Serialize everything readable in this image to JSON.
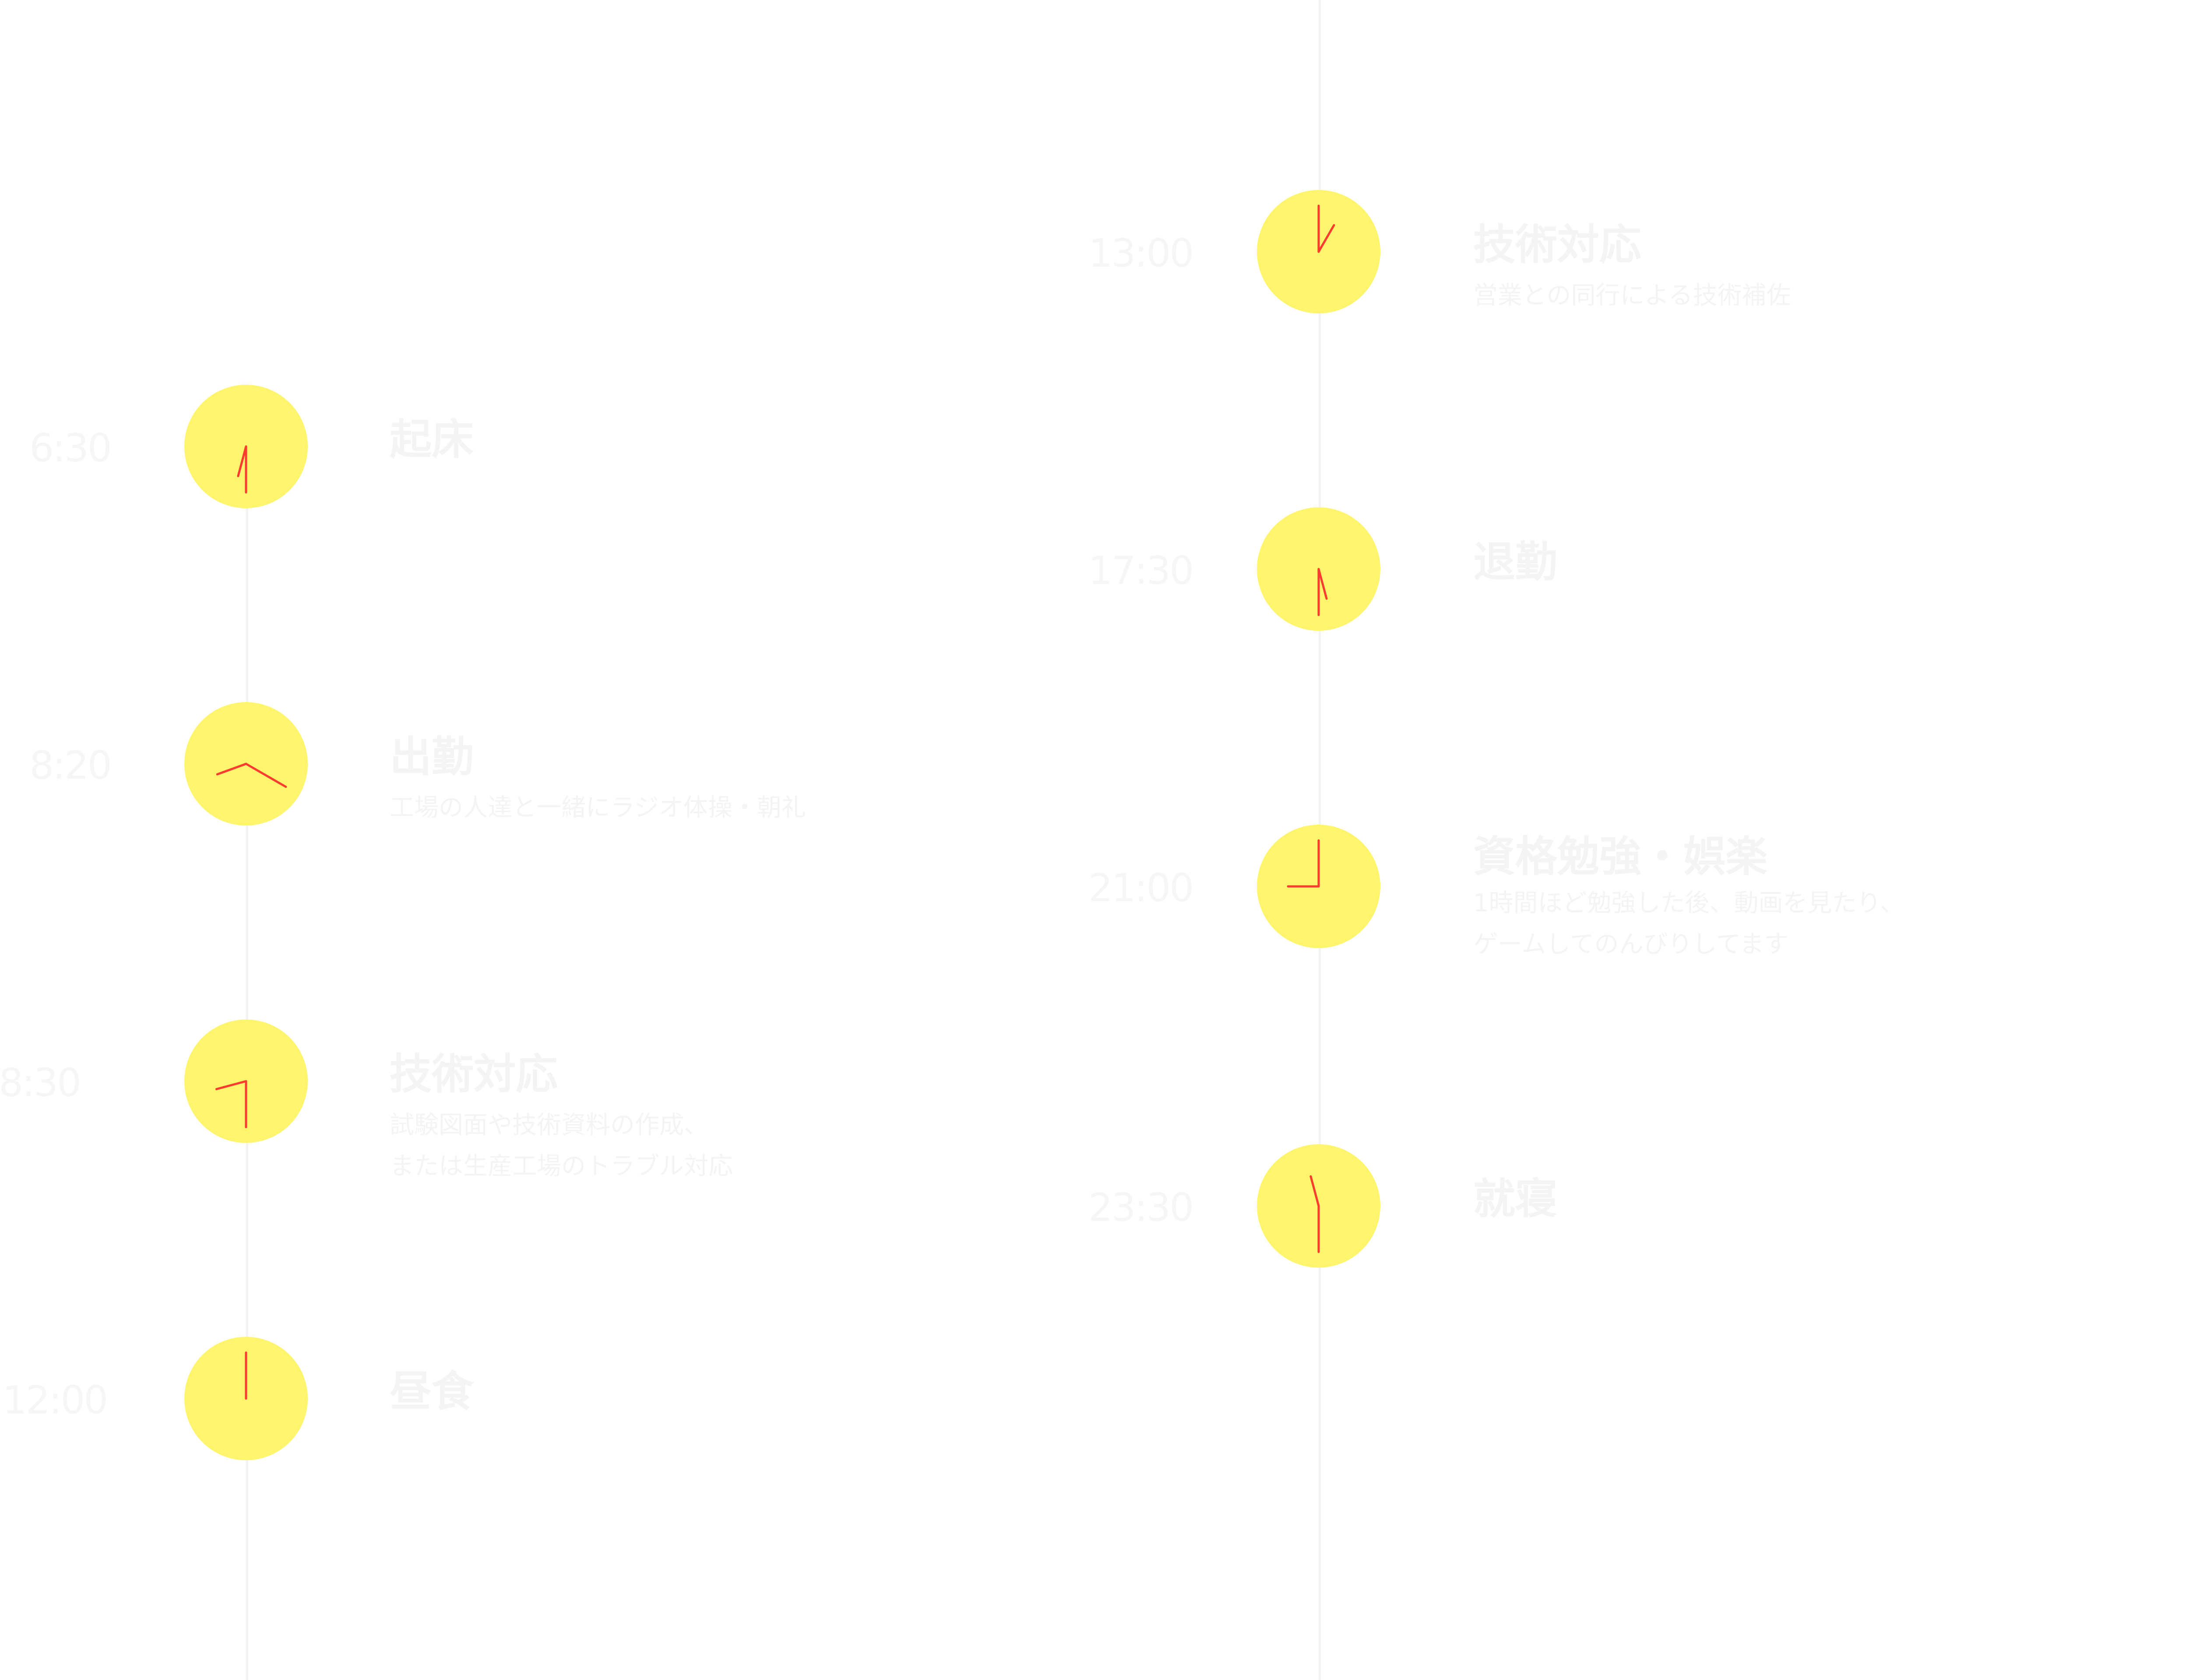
{
  "title": "一日の流れ",
  "colors": {
    "clock_face": "#fff56d",
    "clock_hands": "#ff3b30",
    "text": "#ffffff",
    "timeline": "#f3f3f3"
  },
  "events": [
    {
      "time": "6:30",
      "clock": {
        "hour": 6,
        "minute": 30
      },
      "title": "起床",
      "desc": []
    },
    {
      "time": "8:20",
      "clock": {
        "hour": 8,
        "minute": 20
      },
      "title": "出勤",
      "desc": [
        "工場の人達と一緒にラジオ体操・朝礼"
      ]
    },
    {
      "time": "8:30",
      "clock": {
        "hour": 8,
        "minute": 30
      },
      "title": "技術対応",
      "desc": [
        "試験図面や技術資料の作成、",
        "または生産工場のトラブル対応"
      ]
    },
    {
      "time": "12:00",
      "clock": {
        "hour": 12,
        "minute": 0
      },
      "title": "昼食",
      "desc": []
    },
    {
      "time": "13:00",
      "clock": {
        "hour": 13,
        "minute": 0
      },
      "title": "技術対応",
      "desc": [
        "営業との同行による技術補佐"
      ]
    },
    {
      "time": "17:30",
      "clock": {
        "hour": 17,
        "minute": 30
      },
      "title": "退勤",
      "desc": []
    },
    {
      "time": "21:00",
      "clock": {
        "hour": 21,
        "minute": 0
      },
      "title": "資格勉強・娯楽",
      "desc": [
        "1時間ほど勉強した後、動画を見たり、",
        "ゲームしてのんびりしてます"
      ]
    },
    {
      "time": "23:30",
      "clock": {
        "hour": 23,
        "minute": 30
      },
      "title": "就寝",
      "desc": []
    }
  ]
}
